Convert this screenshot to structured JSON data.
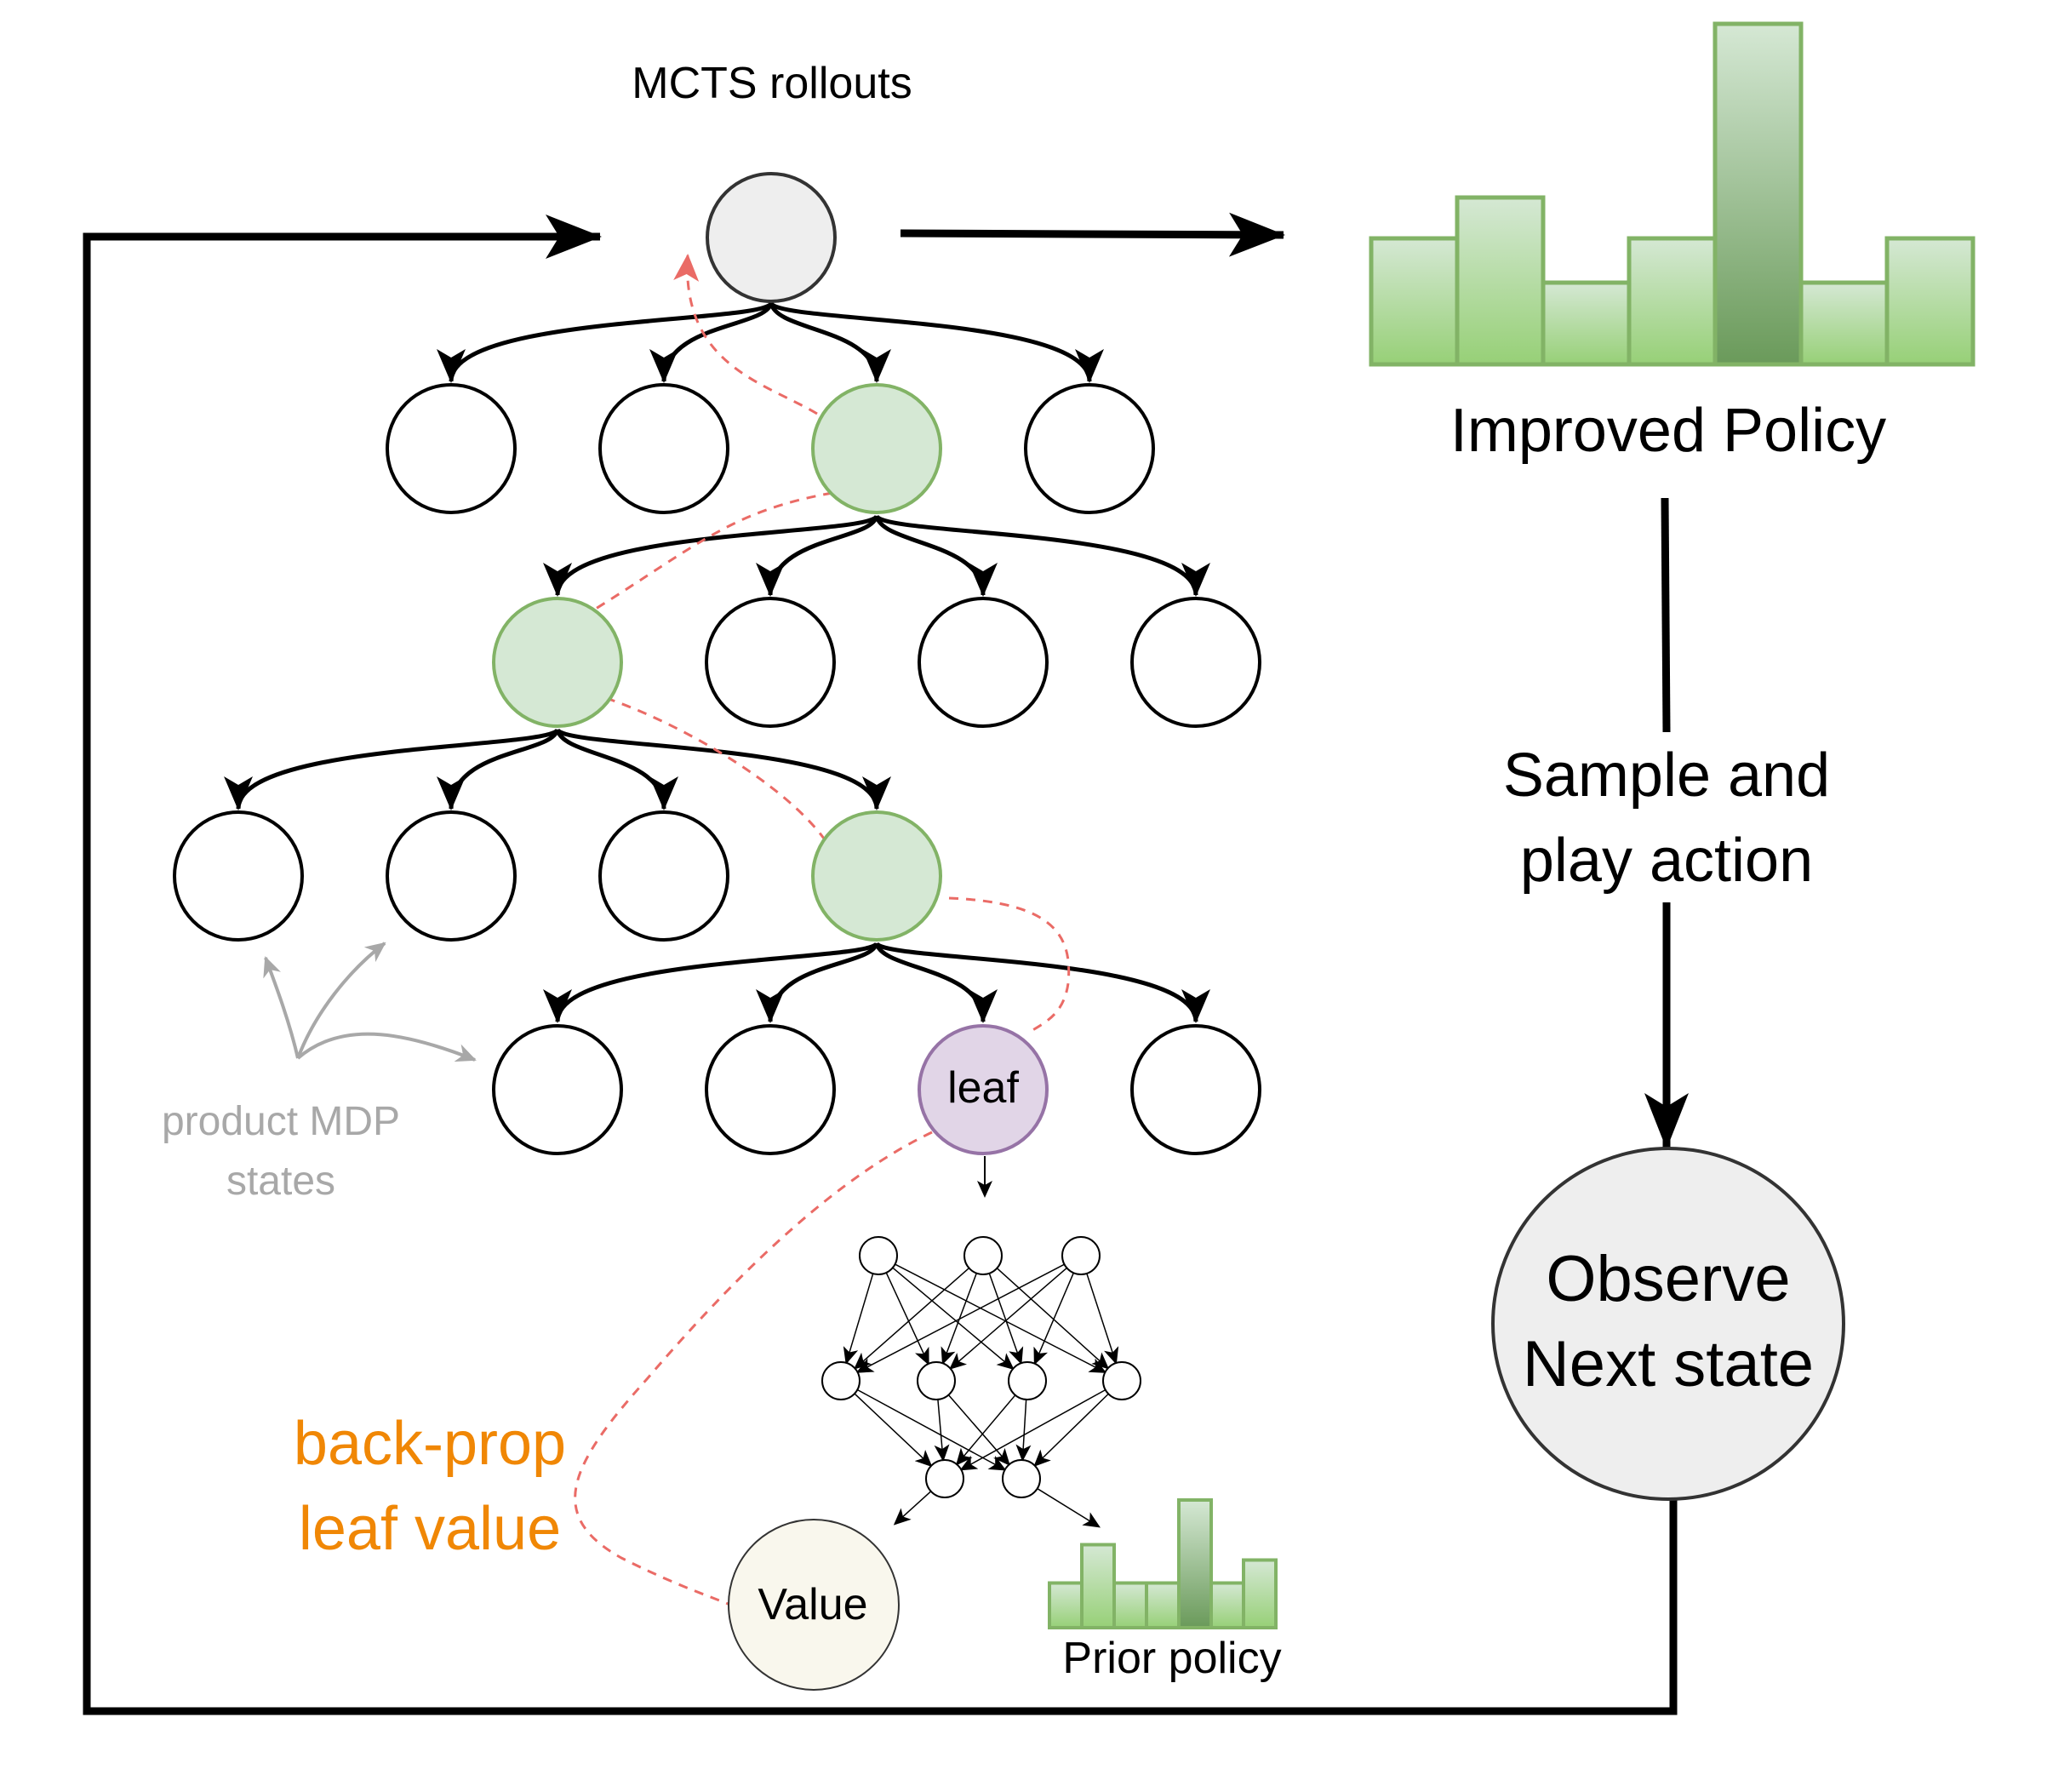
{
  "title": "MCTS rollouts",
  "improved_policy": {
    "label": "Improved Policy",
    "values": [
      0.37,
      0.49,
      0.24,
      0.37,
      1.0,
      0.24,
      0.37
    ],
    "fill_light": "#d5e8d4",
    "fill_dark": "#6a9a5a",
    "bottom": "#97d077",
    "stroke": "#82b366"
  },
  "sample_action": {
    "line1": "Sample and",
    "line2": "play action"
  },
  "observe": {
    "line1": "Observe",
    "line2": "Next state"
  },
  "product_mdp": {
    "line1": "product MDP",
    "line2": "states"
  },
  "leaf_label": "leaf",
  "value_label": "Value",
  "backprop": {
    "line1": "back-prop",
    "line2": "leaf value"
  },
  "prior_policy": {
    "label": "Prior policy",
    "values": [
      0.35,
      0.65,
      0.35,
      0.35,
      1.0,
      0.35,
      0.53
    ]
  },
  "colors": {
    "node_stroke": "#000000",
    "root_fill": "#eeeeee",
    "selected_fill": "#d5e8d4",
    "selected_stroke": "#82b366",
    "leaf_fill": "#e1d5e7",
    "leaf_stroke": "#9673a6",
    "value_fill": "#f9f7ed",
    "backprop_line": "#ea6b66",
    "accent_orange": "#f08705",
    "annotation_gray": "#a8a8a8"
  }
}
